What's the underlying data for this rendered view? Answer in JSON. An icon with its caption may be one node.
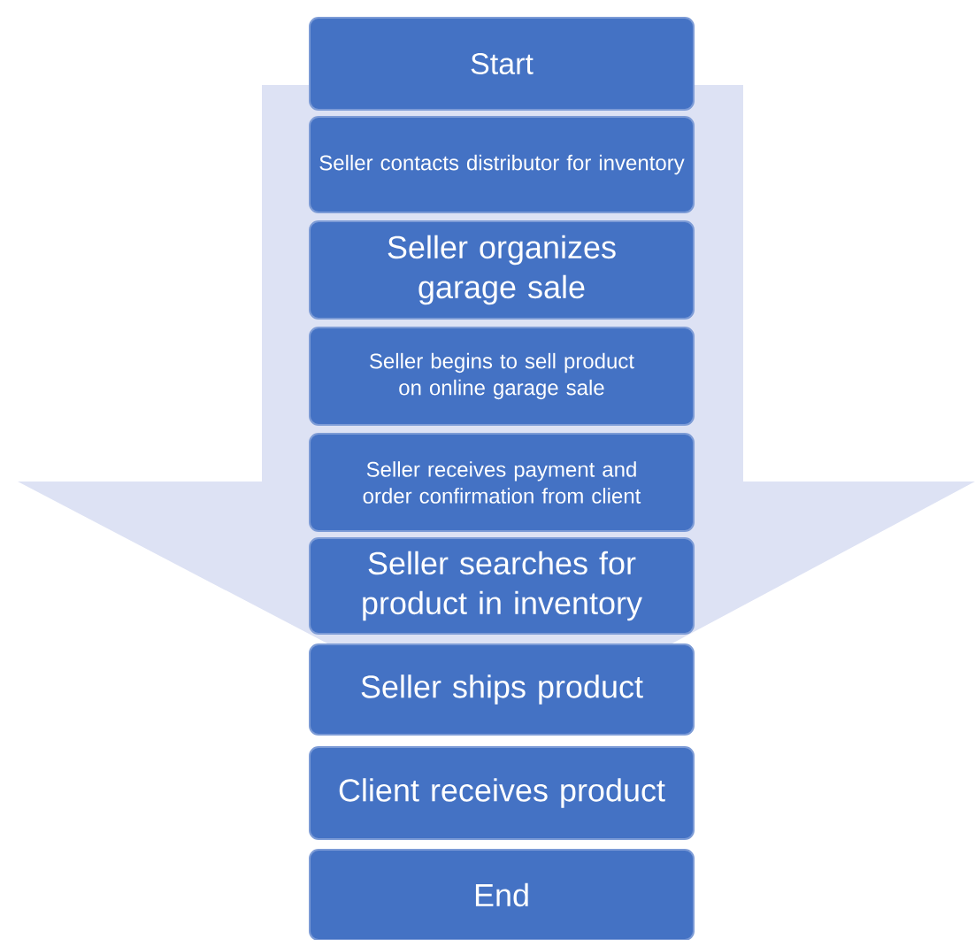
{
  "diagram": {
    "nodes": [
      {
        "text": [
          "Start"
        ]
      },
      {
        "text": [
          "Seller contacts distributor for inventory"
        ]
      },
      {
        "text": [
          "Seller organizes garage sale"
        ]
      },
      {
        "text": [
          "Seller begins to sell product on online garage sale"
        ]
      },
      {
        "text": [
          "Seller receives payment and order confirmation from client"
        ]
      },
      {
        "text": [
          "Seller searches for product in inventory"
        ]
      },
      {
        "text": [
          "Seller ships product"
        ]
      },
      {
        "text": [
          "Client receives product"
        ]
      },
      {
        "text": [
          "End"
        ]
      }
    ],
    "edges": [
      {
        "from": 0,
        "to": 6,
        "arrow": "to"
      }
    ]
  }
}
